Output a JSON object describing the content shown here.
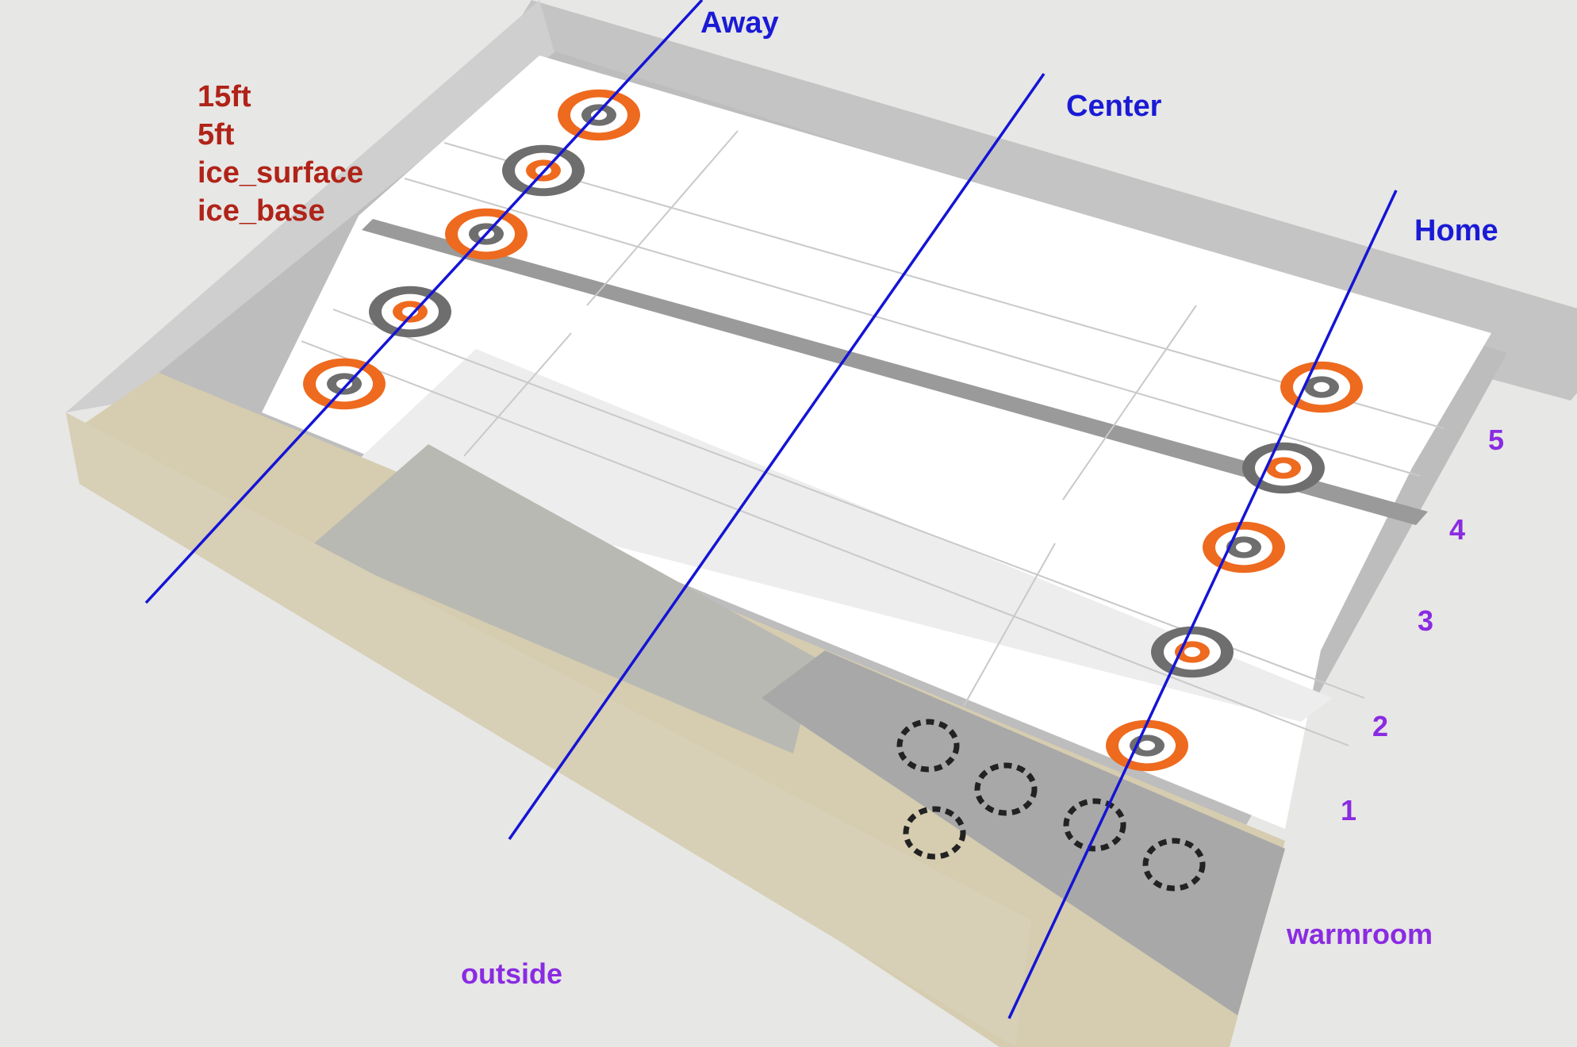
{
  "labels": {
    "away": "Away",
    "center": "Center",
    "home": "Home",
    "outside": "outside",
    "warmroom": "warmroom"
  },
  "legend": [
    "15ft",
    "5ft",
    "ice_surface",
    "ice_base"
  ],
  "sheets": [
    "1",
    "2",
    "3",
    "4",
    "5"
  ],
  "colors": {
    "background": "#e7e7e5",
    "ice": "#ffffff",
    "divider": "#9a9a9a",
    "wall": "#c9c9c9",
    "wood": "#d6ccb0",
    "house_orange": "#ee6a1f",
    "house_gray": "#6e6e6e",
    "guide_line": "#1414d6",
    "legend_text": "#b02318",
    "label_text": "#8a2be2"
  }
}
